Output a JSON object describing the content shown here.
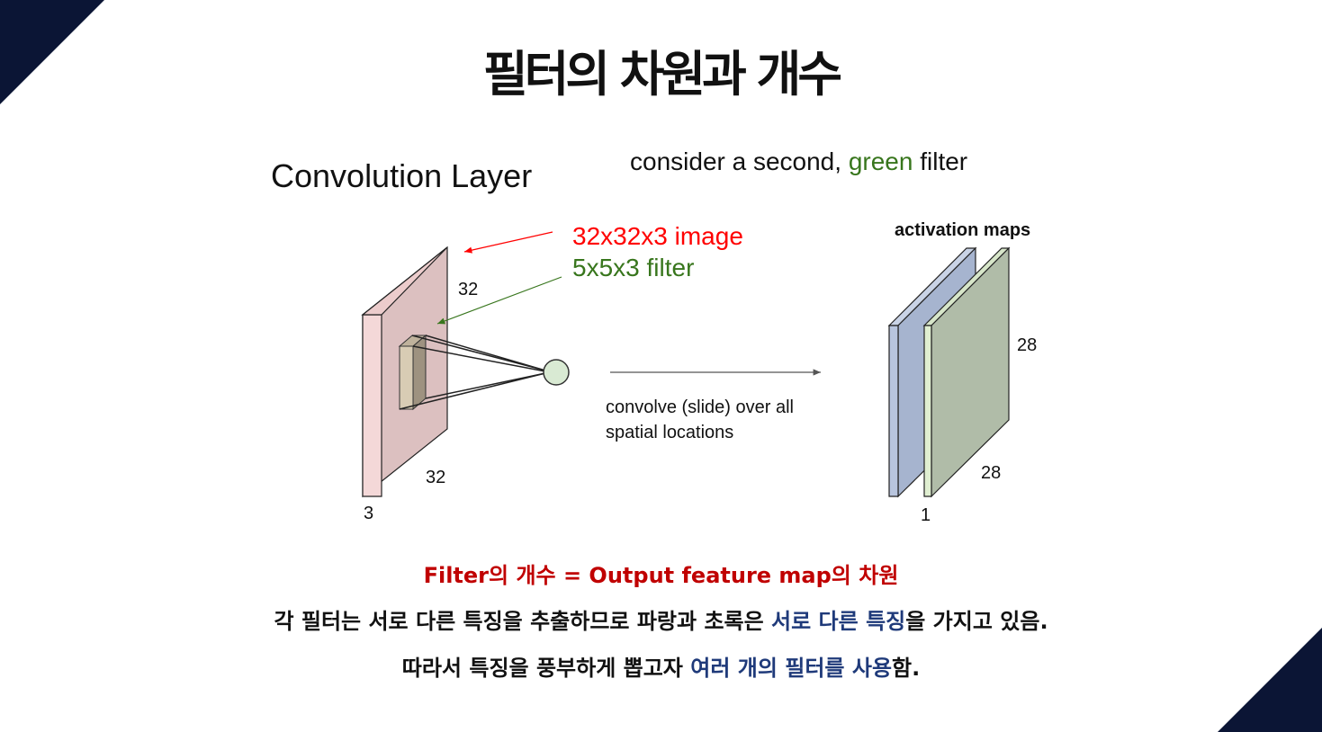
{
  "slide": {
    "title": "필터의 차원과 개수",
    "accent_color": "#0b1535"
  },
  "diagram": {
    "heading": "Convolution Layer",
    "subtitle_prefix": "consider a second, ",
    "subtitle_green": "green",
    "subtitle_suffix": " filter",
    "image_label": "32x32x3 image",
    "filter_label": "5x5x3 filter",
    "input_height": "32",
    "input_width": "32",
    "input_depth": "3",
    "convolve_line1": "convolve (slide) over all",
    "convolve_line2": "spatial locations",
    "activation_title": "activation maps",
    "act_height": "28",
    "act_width": "28",
    "act_depth": "1",
    "colors": {
      "image_label": "#ff0000",
      "filter_label": "#38761d",
      "input_face": "#dcc0c0",
      "input_side": "#f4d8d8",
      "blue_map": "#a6b4cf",
      "green_map": "#b0bca8",
      "neuron": "#d9ead3"
    }
  },
  "text": {
    "line1": "Filter의 개수 = Output feature map의 차원",
    "line2_a": "각 필터는 서로 다른 특징을 추출하므로 파랑과 초록은 ",
    "line2_hl": "서로 다른 특징",
    "line2_b": "을 가지고 있음.",
    "line3_a": "따라서 특징을 풍부하게 뽑고자 ",
    "line3_hl": "여러 개의 필터를 사용",
    "line3_b": "함."
  }
}
